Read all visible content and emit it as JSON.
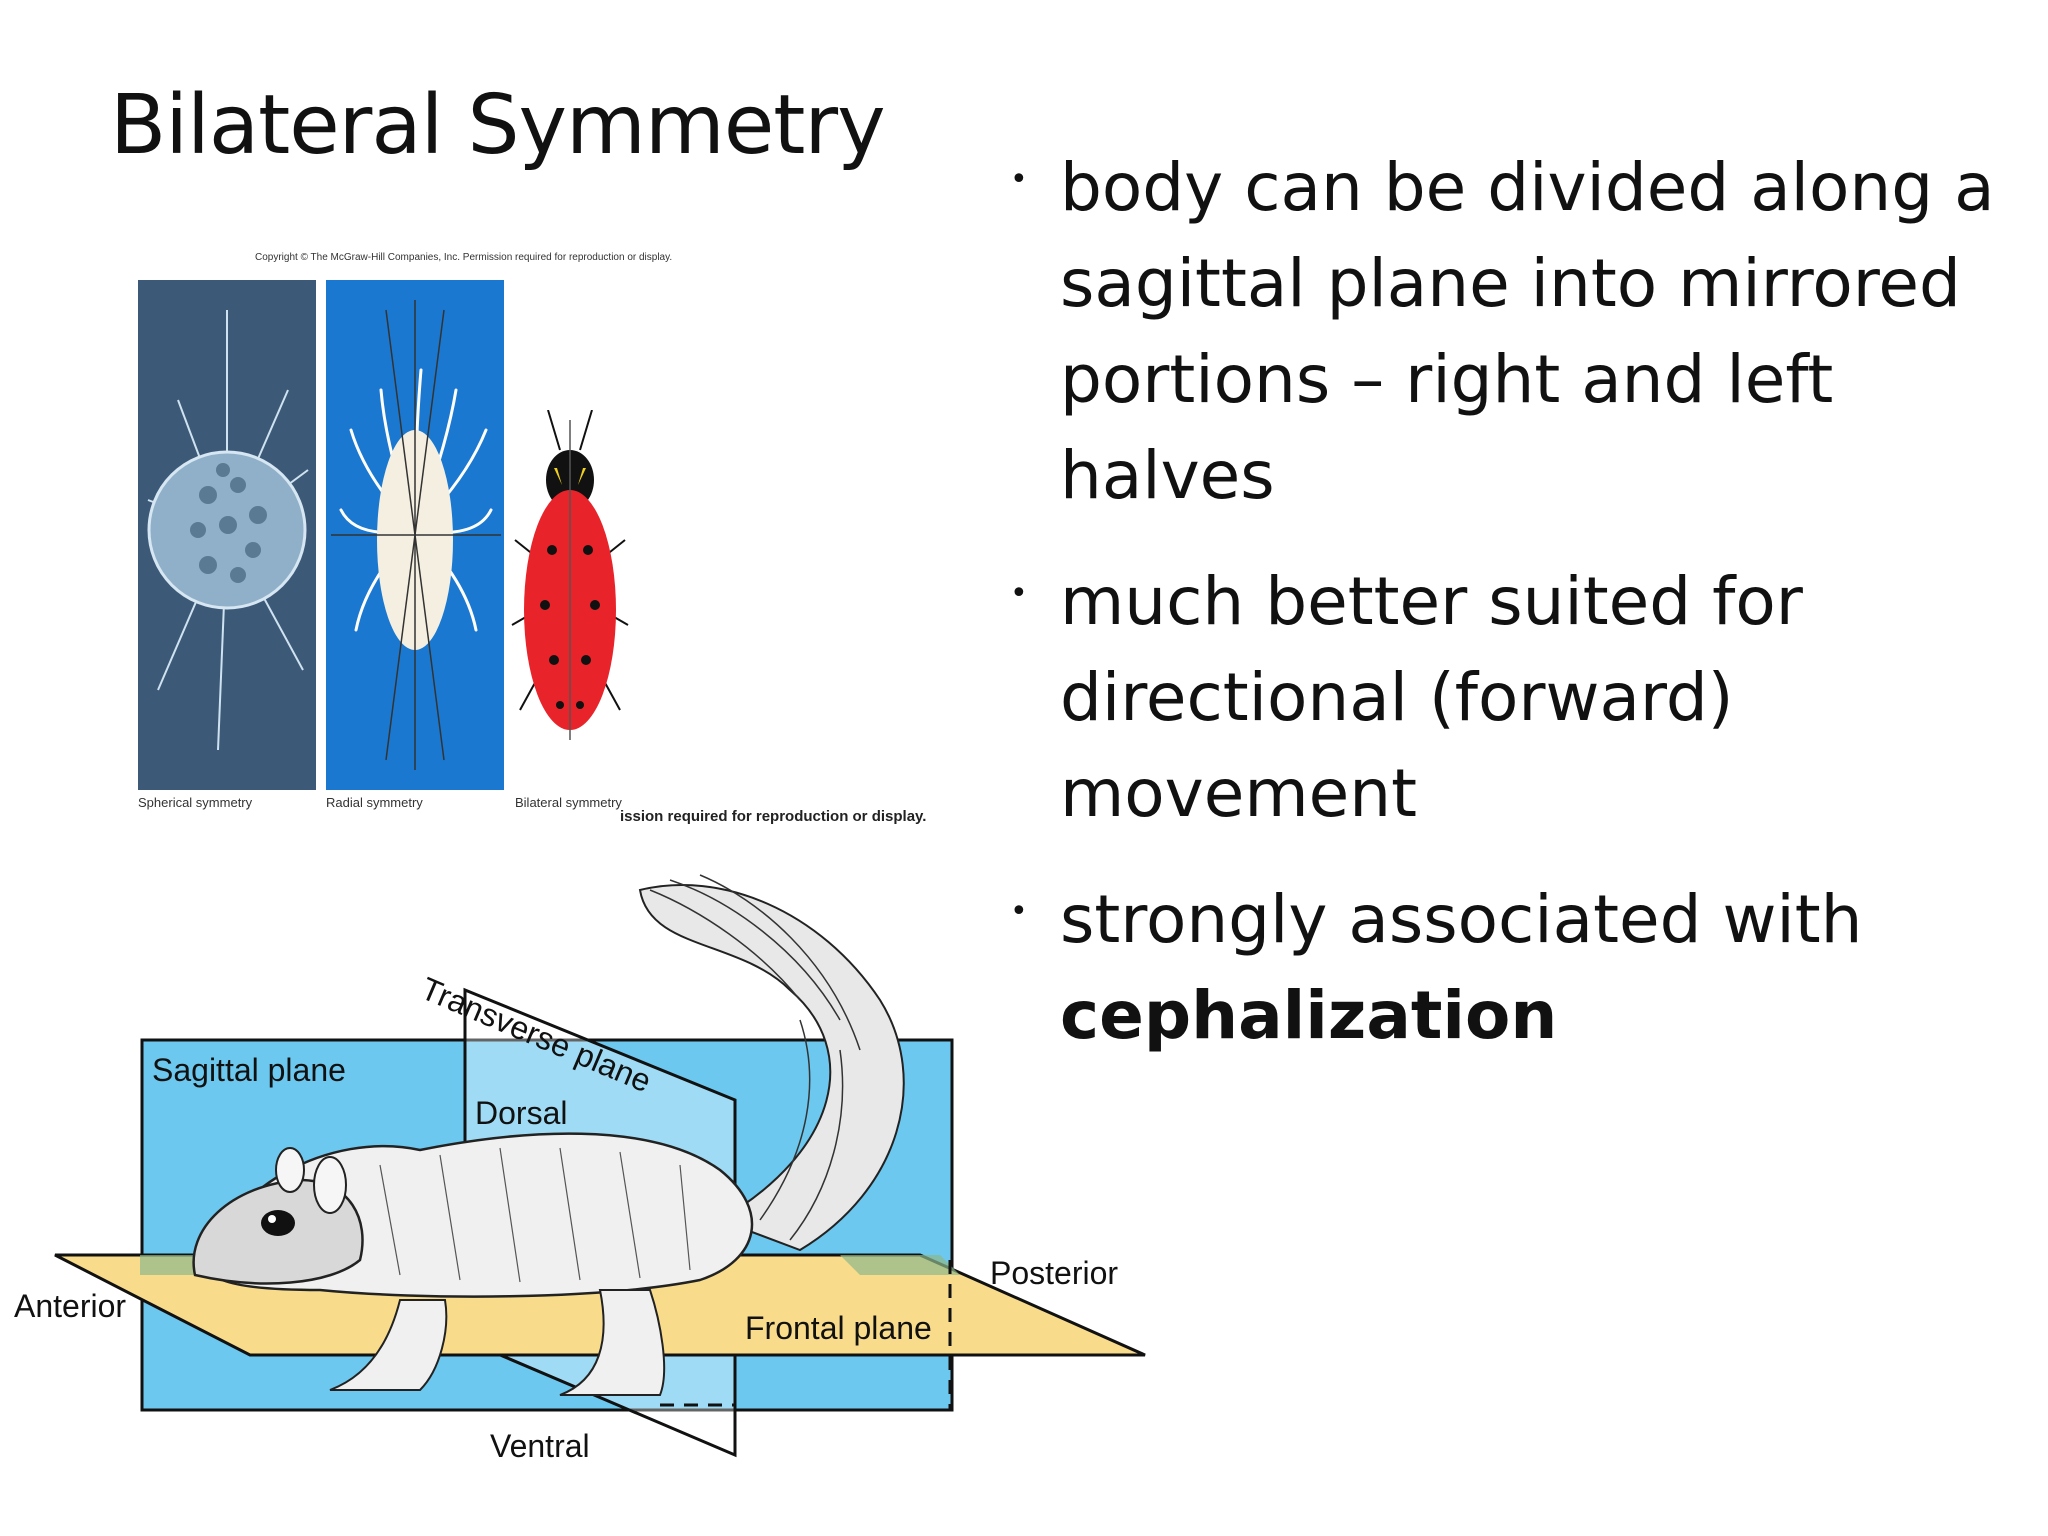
{
  "slide": {
    "title": "Bilateral Symmetry",
    "bullets": [
      {
        "text": "body can be divided along a sagittal plane into mirrored portions – right and left halves"
      },
      {
        "text": "much better suited for directional (forward) movement"
      },
      {
        "text_before": "strongly associated with ",
        "text_bold": "cephalization"
      }
    ]
  },
  "symmetry_figure": {
    "copyright": "Copyright © The McGraw-Hill Companies, Inc. Permission required for reproduction or display.",
    "captions": [
      "Spherical symmetry",
      "Radial symmetry",
      "Bilateral symmetry"
    ],
    "copyright_fragment": "ission required for reproduction or display."
  },
  "planes_figure": {
    "labels": {
      "transverse": "Transverse plane",
      "sagittal": "Sagittal plane",
      "dorsal": "Dorsal",
      "posterior": "Posterior",
      "anterior": "Anterior",
      "frontal": "Frontal plane",
      "ventral": "Ventral"
    },
    "colors": {
      "sagittal": "#6cc8ef",
      "frontal": "#f8dc8c",
      "spherical_bg": "#3c5a78",
      "radial_bg": "#1a78d0",
      "ladybug": "#e8242a"
    }
  }
}
